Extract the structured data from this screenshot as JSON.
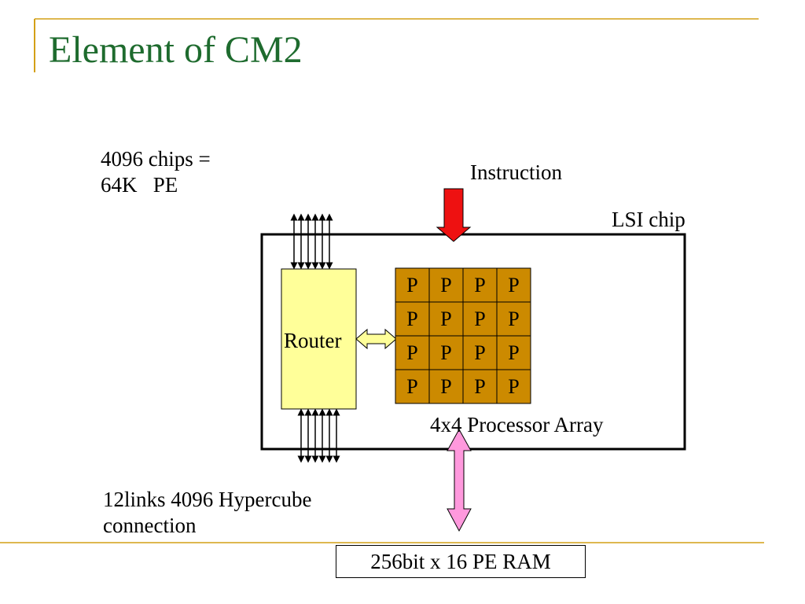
{
  "slide": {
    "title": "Element of CM2"
  },
  "labels": {
    "chips_line1": "4096 chips =",
    "chips_line2": "64K   PE",
    "instruction": "Instruction",
    "lsi_chip": "LSI chip",
    "router": "Router",
    "processor_cell": "P",
    "array_caption": "4x4 Processor Array",
    "links_line1": "12links 4096 Hypercube",
    "links_line2": "connection",
    "ram": "256bit x 16 PE RAM"
  },
  "processor_array": {
    "rows": 4,
    "cols": 4
  },
  "colors": {
    "title": "#1e6b2e",
    "accent_rule": "#d4a017",
    "router_fill": "#ffff99",
    "pe_fill": "#cc8a00",
    "instruction_arrow": "#ee1111",
    "memory_arrow": "#ff99dd",
    "ram_fill": "#ff88ee"
  }
}
